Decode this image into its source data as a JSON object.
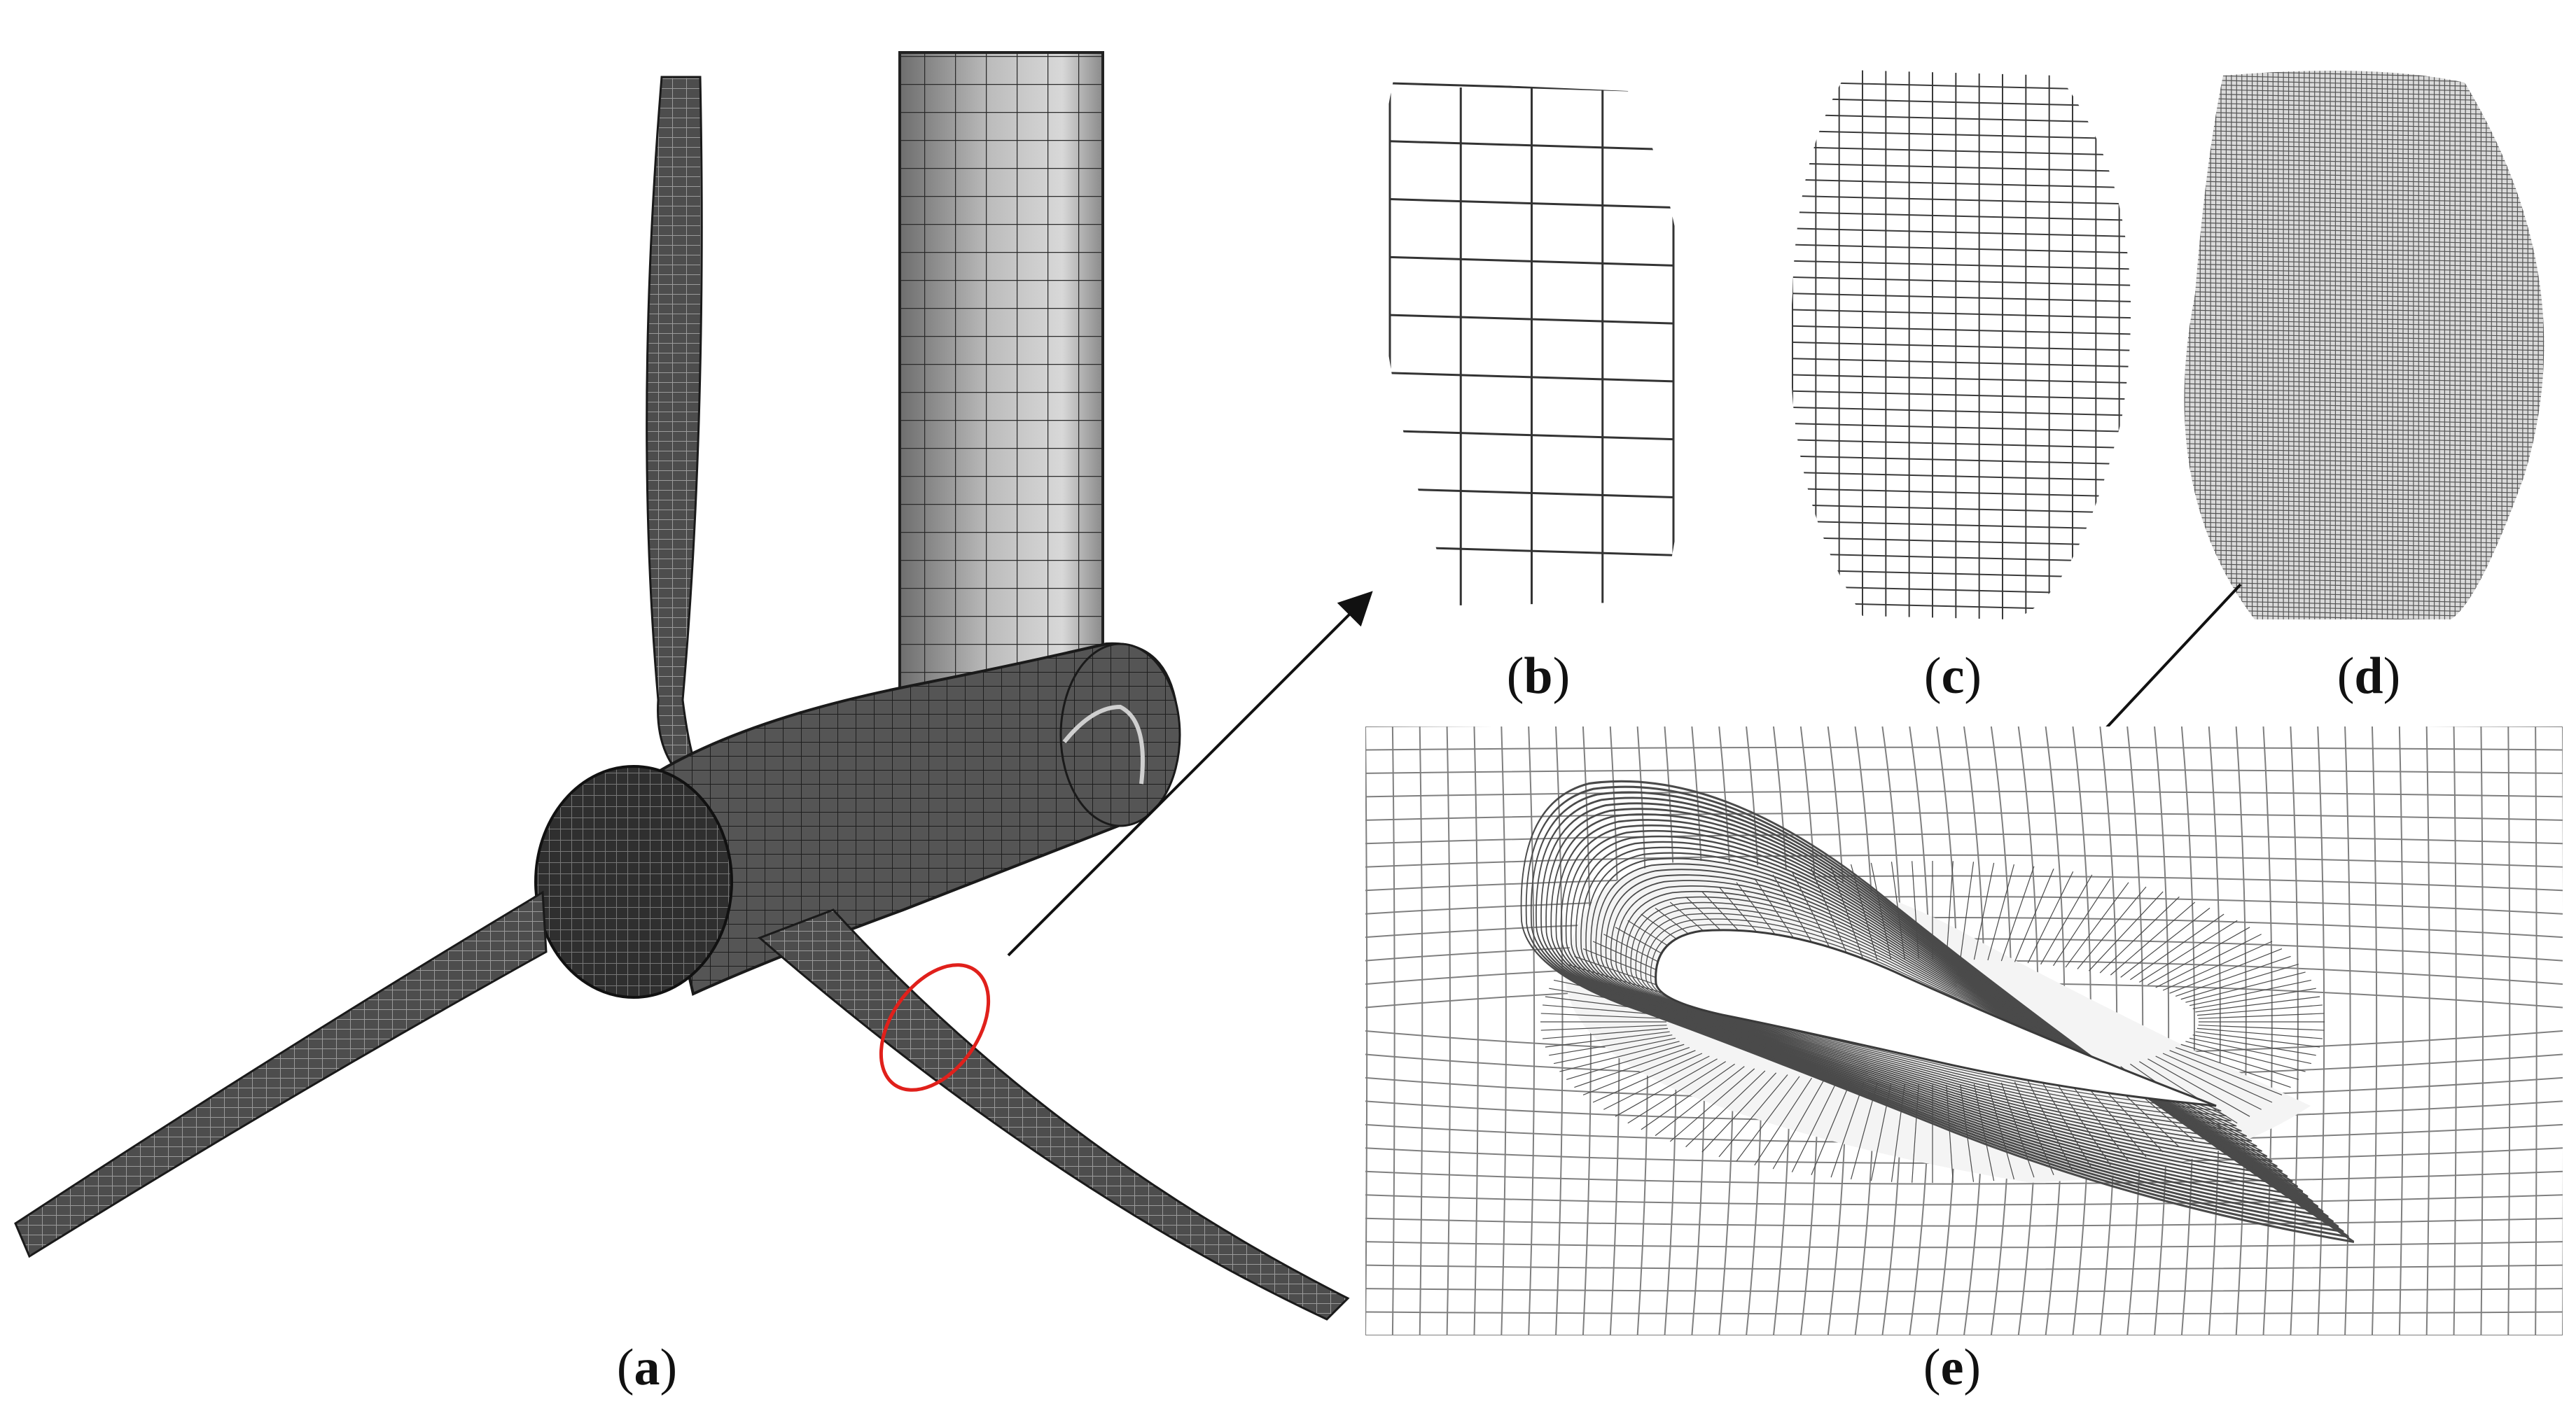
{
  "figure": {
    "panels": [
      {
        "id": "a",
        "letter": "a",
        "content": "turbine-surface-mesh"
      },
      {
        "id": "b",
        "letter": "b",
        "content": "coarse-blade-section-mesh"
      },
      {
        "id": "c",
        "letter": "c",
        "content": "medium-blade-section-mesh"
      },
      {
        "id": "d",
        "letter": "d",
        "content": "fine-blade-section-mesh"
      },
      {
        "id": "e",
        "letter": "e",
        "content": "airfoil-boundary-layer-mesh"
      }
    ],
    "colors": {
      "background": "#ffffff",
      "mesh_dark": "#3a3a3a",
      "mesh_light": "#8c8c8c",
      "surface_fill": "#5b5b5b",
      "tower_fill": "#b9b9b9",
      "highlight_ellipse": "#e0201b",
      "arrow": "#111111"
    },
    "panel_b_grid": {
      "columns": 4,
      "rows": 9
    },
    "panel_c_grid": {
      "columns": 15,
      "rows": 34
    },
    "panel_d_grid": {
      "columns": 70,
      "rows": 120
    }
  }
}
